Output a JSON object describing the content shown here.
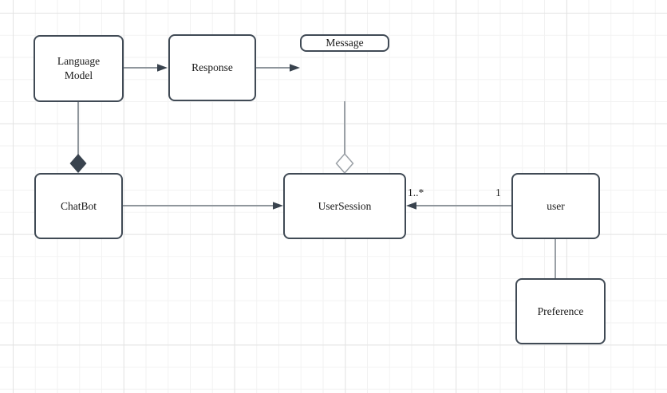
{
  "canvas": {
    "background_color": "#ffffff",
    "grid_minor_color": "#f2f2f2",
    "grid_major_color": "#e3e3e3"
  },
  "style": {
    "node_fill": "#ffffff",
    "node_border_color": "#404a55",
    "node_text_color": "#191919",
    "connector_line_color": "#8f969c",
    "arrowhead_color": "#39434e"
  },
  "diagram": {
    "nodes": [
      {
        "id": "language-model",
        "label": "Language\nModel"
      },
      {
        "id": "response",
        "label": "Response"
      },
      {
        "id": "message",
        "label": "Message"
      },
      {
        "id": "chatbot",
        "label": "ChatBot"
      },
      {
        "id": "user-session",
        "label": "UserSession"
      },
      {
        "id": "user",
        "label": "user"
      },
      {
        "id": "preference",
        "label": "Preference"
      }
    ],
    "edges": [
      {
        "from": "language-model",
        "to": "response",
        "type": "directed-arrow"
      },
      {
        "from": "response",
        "to": "message",
        "type": "directed-arrow"
      },
      {
        "from": "language-model",
        "to": "chatbot",
        "type": "composition-filled-diamond"
      },
      {
        "from": "message",
        "to": "user-session",
        "type": "aggregation-hollow-diamond"
      },
      {
        "from": "chatbot",
        "to": "user-session",
        "type": "directed-arrow"
      },
      {
        "from": "user",
        "to": "user-session",
        "type": "directed-arrow",
        "source_label": "1",
        "target_label": "1..*"
      },
      {
        "from": "user",
        "to": "preference",
        "type": "plain-line"
      }
    ]
  }
}
